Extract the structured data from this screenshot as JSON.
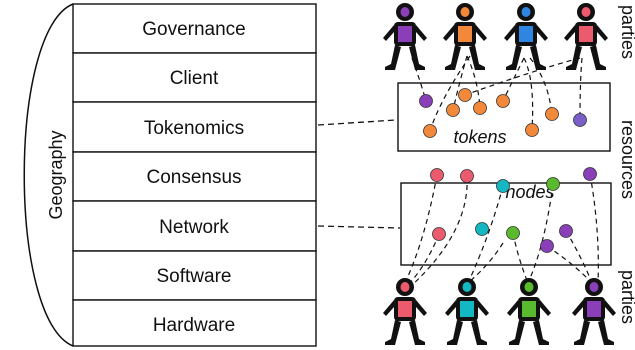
{
  "diagram": {
    "geography_label": "Geography",
    "layers": [
      "Governance",
      "Client",
      "Tokenomics",
      "Consensus",
      "Network",
      "Software",
      "Hardware"
    ],
    "parties_top_label": "parties",
    "resources_label": "resources",
    "parties_bottom_label": "parties",
    "tokens_label": "tokens",
    "nodes_label": "nodes",
    "top_party_colors": [
      "#8a3fb8",
      "#f2883a",
      "#2f86e0",
      "#ec5a6e"
    ],
    "bottom_party_colors": [
      "#ec5a6e",
      "#13b8c2",
      "#5aba2e",
      "#8a3fb8"
    ],
    "token_colors": [
      "#8a3fb8",
      "#f2883a",
      "#f2883a",
      "#f2883a",
      "#f2883a",
      "#f2883a",
      "#f2883a",
      "#f2883a",
      "#f2883a",
      "#7b5fc8"
    ],
    "node_colors": [
      "#ec5a6e",
      "#ec5a6e",
      "#13b8c2",
      "#5aba2e",
      "#8a3fb8",
      "#ec5a6e",
      "#13b8c2",
      "#5aba2e",
      "#8a3fb8",
      "#8a3fb8"
    ]
  }
}
